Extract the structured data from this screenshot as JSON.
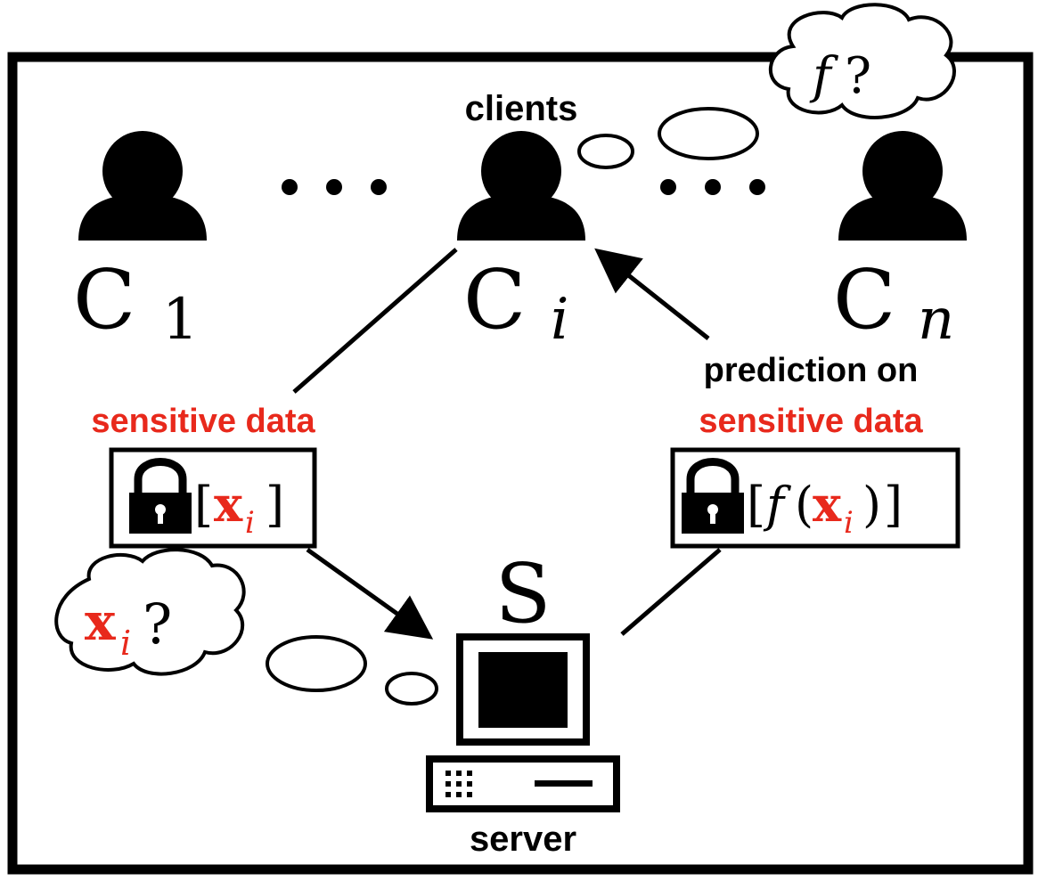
{
  "clients": {
    "label": "clients",
    "first": {
      "letter": "C",
      "subscript": "1"
    },
    "middle": {
      "letter": "C",
      "subscript": "i"
    },
    "last": {
      "letter": "C",
      "subscript": "n"
    },
    "ellipsis": "• • •"
  },
  "server": {
    "letter": "S",
    "label": "server"
  },
  "left_channel": {
    "label": "sensitive data",
    "box": {
      "open": "[",
      "var": "x",
      "sub": "i",
      "close": "]"
    }
  },
  "right_channel": {
    "label_line1": "prediction on",
    "label_line2": "sensitive data",
    "box": {
      "open": "[",
      "fn": "f",
      "lparen": "(",
      "var": "x",
      "sub": "i",
      "rparen": ")",
      "close": "]"
    }
  },
  "thoughts": {
    "client_thought": {
      "fn": "f",
      "q": "?"
    },
    "server_thought": {
      "var": "x",
      "sub": "i",
      "q": "?"
    }
  },
  "colors": {
    "sensitive": "#e8291c",
    "ink": "#000000",
    "background": "#ffffff"
  },
  "icons": [
    "person-icon",
    "lock-icon",
    "computer-icon",
    "thought-cloud-icon",
    "arrow-icon"
  ]
}
